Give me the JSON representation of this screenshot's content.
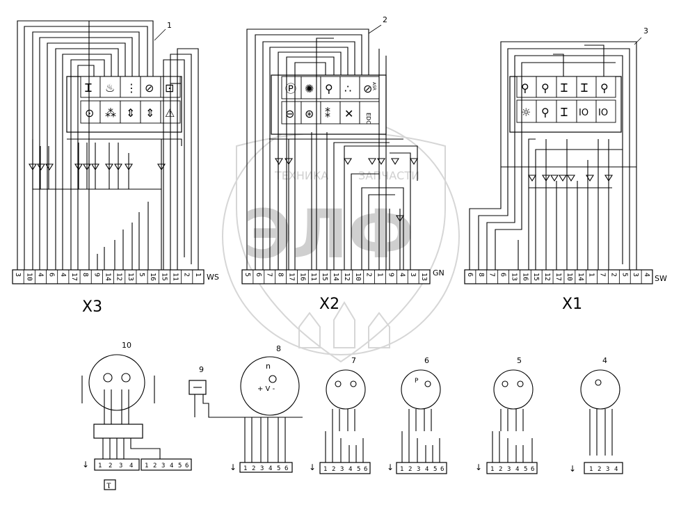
{
  "watermark": {
    "line1_left": "ТЕХНИКА",
    "line1_right": "ЗАПЧАСТИ",
    "logo": "ЭЛФ"
  },
  "connectors": [
    {
      "id": "X3",
      "label": "X3",
      "code": "WS",
      "callout": "1",
      "pins": [
        "3",
        "10",
        "4",
        "6",
        "4",
        "17",
        "8",
        "9",
        "14",
        "12",
        "13",
        "5",
        "16",
        "15",
        "11",
        "2",
        "1"
      ]
    },
    {
      "id": "X2",
      "label": "X2",
      "code": "GN",
      "callout": "2",
      "pins": [
        "5",
        "6",
        "7",
        "8",
        "17",
        "16",
        "11",
        "15",
        "14",
        "12",
        "10",
        "2",
        "1",
        "9",
        "4",
        "3",
        "13"
      ]
    },
    {
      "id": "X1",
      "label": "X1",
      "code": "SW",
      "callout": "3",
      "pins": [
        "6",
        "8",
        "7",
        "6",
        "13",
        "16",
        "15",
        "12",
        "17",
        "10",
        "14",
        "1",
        "7",
        "2",
        "5",
        "3",
        "4"
      ]
    }
  ],
  "panels": [
    {
      "id": "panel-1",
      "symbols": [
        "Ꮖ",
        "♨",
        "⋮",
        "⊘",
        "⊡",
        "⊙",
        "⁂",
        "⇕",
        "⇕",
        "⚠"
      ]
    },
    {
      "id": "panel-2",
      "symbols": [
        "Ⓟ",
        "✺",
        "⚲",
        "∴",
        "⊘",
        "⊖",
        "⊛",
        "⁑",
        "✕",
        "EDC"
      ],
      "tags": [
        "ASR",
        "EDC"
      ]
    },
    {
      "id": "panel-3",
      "symbols": [
        "⚲",
        "⚲",
        "Ꮖ",
        "Ꮖ",
        "⚲",
        "☼",
        "⚲",
        "Ꮖ",
        "IO",
        "IO"
      ]
    }
  ],
  "components": [
    {
      "id": "10",
      "label": "10",
      "pins": [
        "1",
        "2",
        "3",
        "4"
      ],
      "extra_pins": [
        "1",
        "2",
        "3",
        "4",
        "5",
        "6"
      ],
      "ground_symbol": "Ⲧ"
    },
    {
      "id": "9",
      "label": "9"
    },
    {
      "id": "8",
      "label": "8",
      "pins": [
        "1",
        "2",
        "3",
        "4",
        "5",
        "6"
      ],
      "gauge_letter": "n",
      "gauge_marks": "+ V -"
    },
    {
      "id": "7",
      "label": "7",
      "pins": [
        "1",
        "2",
        "3",
        "4",
        "5",
        "6"
      ]
    },
    {
      "id": "6",
      "label": "6",
      "pins": [
        "1",
        "2",
        "3",
        "4",
        "5",
        "6"
      ],
      "gauge_letter": "P"
    },
    {
      "id": "5",
      "label": "5",
      "pins": [
        "1",
        "2",
        "3",
        "4",
        "5",
        "6"
      ]
    },
    {
      "id": "4",
      "label": "4",
      "pins": [
        "1",
        "2",
        "3",
        "4"
      ]
    }
  ],
  "colors": {
    "ink": "#000000",
    "watermark": "#d0d0d0",
    "background": "#ffffff"
  }
}
